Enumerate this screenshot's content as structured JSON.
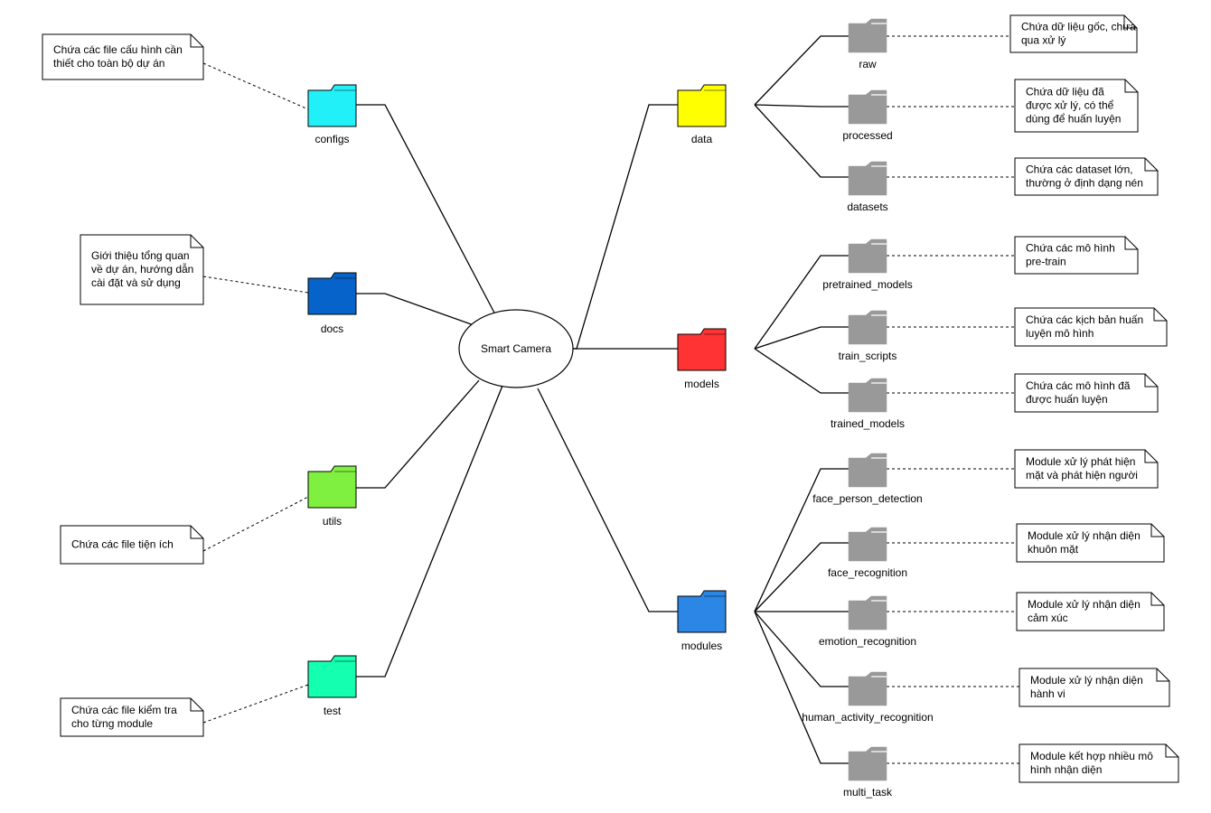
{
  "colors": {
    "configs": "#22F0F8",
    "docs": "#0563C9",
    "utils": "#80F040",
    "test": "#14FFB0",
    "data": "#FFFF00",
    "models": "#FF3333",
    "modules": "#2B86E5",
    "subfolder": "#999999"
  },
  "center": {
    "label": "Smart Camera"
  },
  "left": {
    "configs": {
      "label": "configs",
      "note": [
        "Chứa các file cấu hình cần",
        "thiết cho toàn bộ dự án"
      ]
    },
    "docs": {
      "label": "docs",
      "note": [
        "Giới thiệu tổng quan",
        "về dự án, hướng dẫn",
        "cài đặt và sử dụng"
      ]
    },
    "utils": {
      "label": "utils",
      "note": [
        "Chứa các file tiện ích"
      ]
    },
    "test": {
      "label": "test",
      "note": [
        "Chứa các file kiểm tra",
        "cho từng module"
      ]
    }
  },
  "right": {
    "data": {
      "label": "data",
      "children": [
        {
          "label": "raw",
          "note": [
            "Chứa dữ liệu gốc, chưa",
            "qua xử lý"
          ]
        },
        {
          "label": "processed",
          "note": [
            "Chứa dữ liệu đã",
            "được xử lý, có thể",
            "dùng để huấn luyện"
          ]
        },
        {
          "label": "datasets",
          "note": [
            "Chứa các dataset lớn,",
            "thường ở định dạng nén"
          ]
        }
      ]
    },
    "models": {
      "label": "models",
      "children": [
        {
          "label": "pretrained_models",
          "note": [
            "Chứa các mô hình",
            "pre-train"
          ]
        },
        {
          "label": "train_scripts",
          "note": [
            "Chứa các kịch bản huấn",
            "luyện mô hình"
          ]
        },
        {
          "label": "trained_models",
          "note": [
            "Chứa các mô hình đã",
            "được huấn luyện"
          ]
        }
      ]
    },
    "modules": {
      "label": "modules",
      "children": [
        {
          "label": "face_person_detection",
          "note": [
            "Module xử lý phát hiện",
            "mặt và phát hiện người"
          ]
        },
        {
          "label": "face_recognition",
          "note": [
            "Module xử lý nhận diện",
            "khuôn mặt"
          ]
        },
        {
          "label": "emotion_recognition",
          "note": [
            "Module xử lý nhận diện",
            "cảm xúc"
          ]
        },
        {
          "label": "human_activity_recognition",
          "note": [
            "Module xử lý nhận diện",
            "hành vi"
          ]
        },
        {
          "label": "multi_task",
          "note": [
            "Module kết hợp nhiều mô",
            "hình nhận diện"
          ]
        }
      ]
    }
  }
}
